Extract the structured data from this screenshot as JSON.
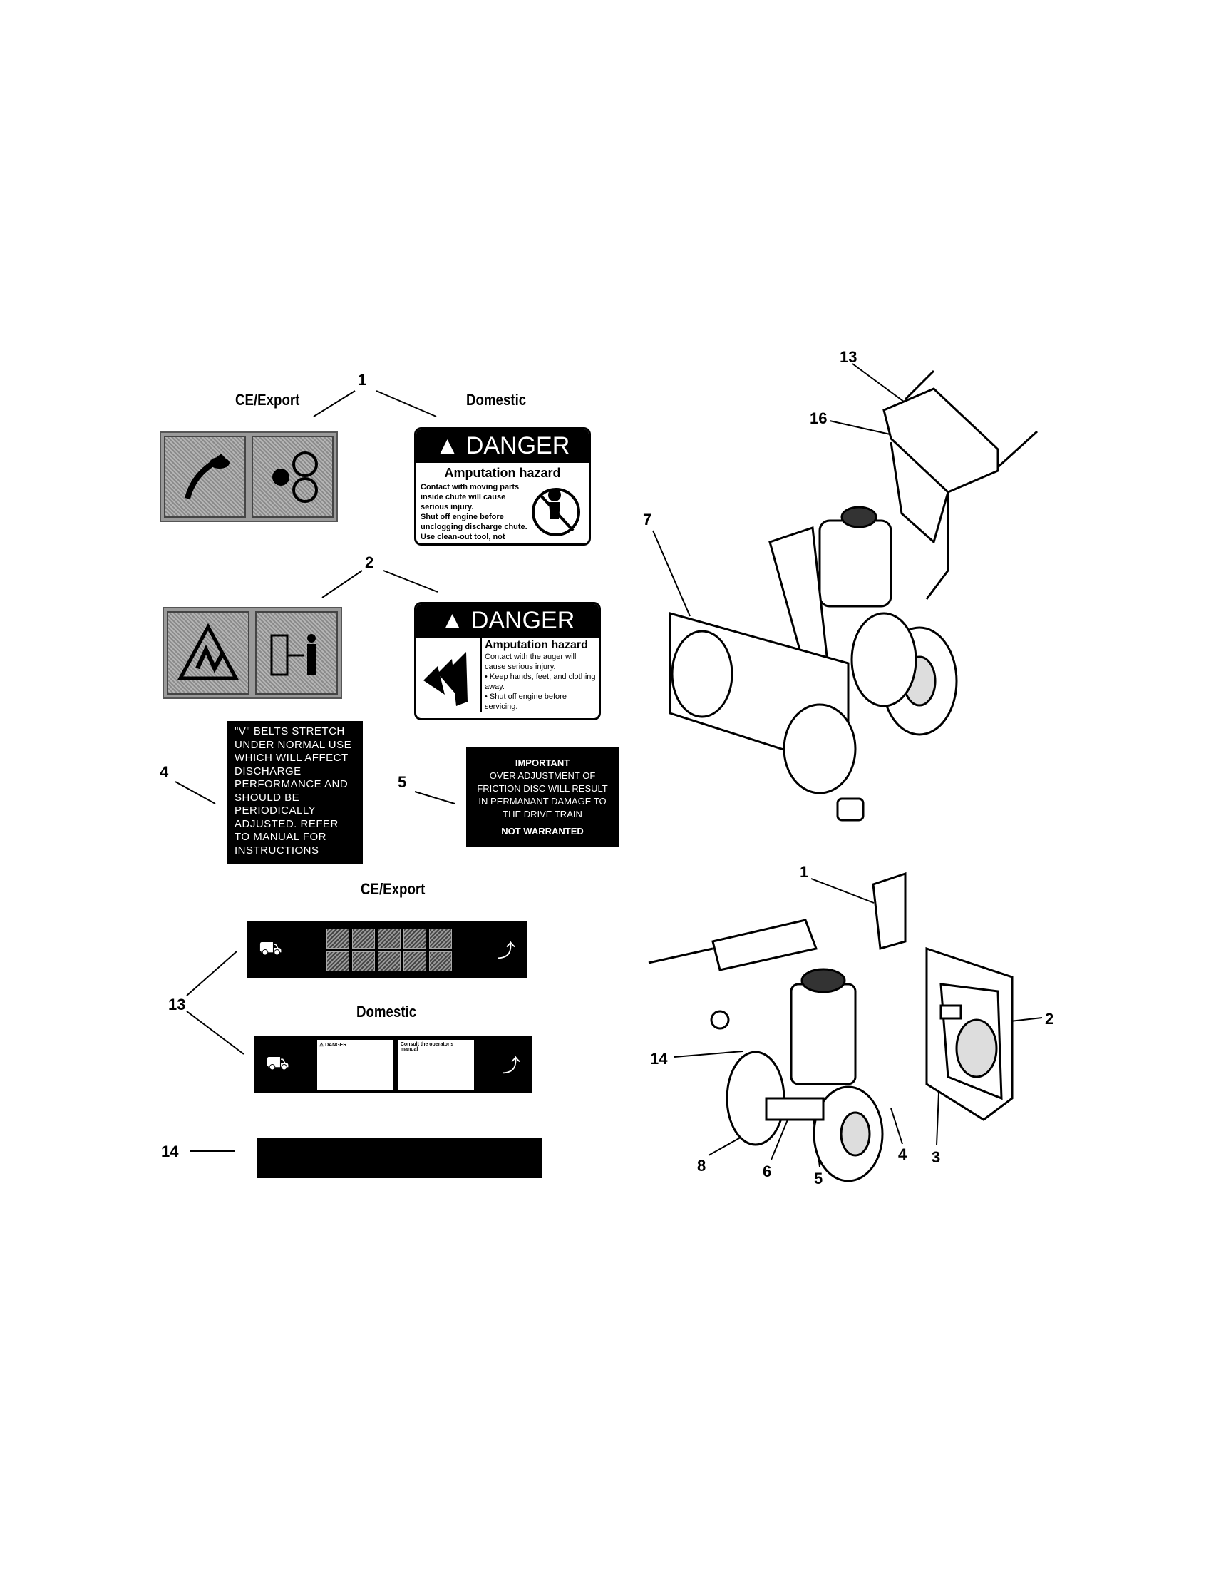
{
  "headings": {
    "ce_export_top": "CE/Export",
    "domestic_top": "Domestic",
    "ce_export_mid": "CE/Export",
    "domestic_mid": "Domestic"
  },
  "callouts": {
    "item_1": "1",
    "item_2": "2",
    "item_4": "4",
    "item_5": "5",
    "item_13": "13",
    "item_14": "14"
  },
  "decal_1_domestic": {
    "signal": "DANGER",
    "hazard": "Amputation hazard",
    "lines": [
      "Contact with moving parts inside chute will cause serious injury.",
      "Shut off engine before unclogging discharge chute.",
      "Use clean-out tool, not hands!"
    ]
  },
  "decal_2_domestic": {
    "signal": "DANGER",
    "hazard": "Amputation hazard",
    "lines": [
      "Contact with the auger will cause serious injury.",
      "• Keep hands, feet, and clothing away.",
      "• Shut off engine before servicing."
    ]
  },
  "decal_4": {
    "text": "\"V\" BELTS STRETCH UNDER NORMAL USE WHICH WILL AFFECT DISCHARGE PERFORMANCE AND SHOULD BE PERIODICALLY ADJUSTED. REFER TO MANUAL FOR INSTRUCTIONS"
  },
  "decal_5": {
    "title": "IMPORTANT",
    "body": "OVER ADJUSTMENT OF FRICTION DISC WILL RESULT IN PERMANANT DAMAGE TO THE DRIVE TRAIN",
    "footer": "NOT WARRANTED"
  },
  "decal_13_domestic": {
    "panel_1_title": "⚠ DANGER",
    "panel_2_title": "Consult the operator's manual"
  },
  "top_machine_callouts": [
    "13",
    "16",
    "7"
  ],
  "bottom_machine_callouts": [
    "1",
    "2",
    "14",
    "8",
    "6",
    "5",
    "4",
    "3"
  ]
}
